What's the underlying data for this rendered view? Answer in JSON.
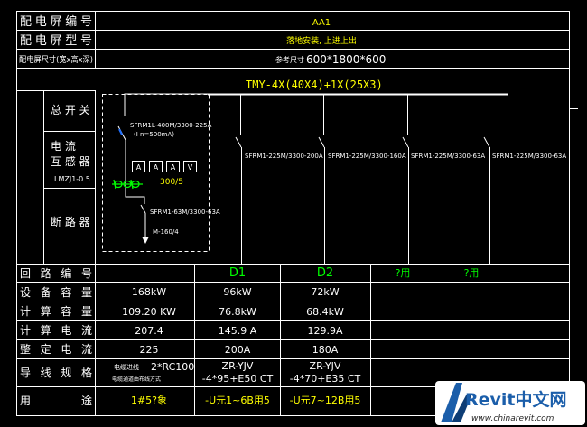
{
  "colors": {
    "background": "#000000",
    "line": "#ffffff",
    "yellow": "#ffff00",
    "green": "#00ff00",
    "cyan": "#00ffff",
    "magenta": "#ff00ff",
    "watermark_blue": "#1b5eaa"
  },
  "header": {
    "row1_label": "配 电 屏 编 号",
    "row1_value": "AA1",
    "row2_label": "配 电 屏 型 号",
    "row2_value": "落地安装, 上进上出",
    "row3_label": "配电屏尺寸(宽x高x深)",
    "row3_value_prefix": "参考尺寸",
    "row3_value": "600*1800*600"
  },
  "left_labels": {
    "main_switch": "总 开 关",
    "current_transformer_line1": "电    流",
    "current_transformer_line2": "互 感 器",
    "current_transformer_model": "LMZJ1-0.5",
    "breaker": "断 路 器"
  },
  "diagram": {
    "busbar": "TMY-4X(40X4)+1X(25X3)",
    "main_breaker_line1": "SFRM1L-400M/3300-225A",
    "main_breaker_line2": "(I n=500mA)",
    "meters": [
      "A",
      "A",
      "A",
      "V"
    ],
    "ct_ratio": "300/5",
    "sub_breaker": "SFRM1-63M/3300-63A",
    "sub_panel": "M-160/4",
    "feeders": [
      "SFRM1-225M/3300-200A",
      "SFRM1-225M/3300-160A",
      "SFRM1-225M/3300-63A",
      "SFRM1-225M/3300-63A"
    ]
  },
  "table": {
    "rows": [
      {
        "label": "回 路 编 号",
        "cells": [
          "",
          "D1",
          "D2",
          "?用",
          "?用"
        ]
      },
      {
        "label": "设 备 容 量",
        "cells": [
          "168kW",
          "96kW",
          "72kW",
          "",
          ""
        ]
      },
      {
        "label": "计 算 容 量",
        "cells": [
          "109.20 KW",
          "76.8kW",
          "68.4kW",
          "",
          ""
        ]
      },
      {
        "label": "计 算 电 流",
        "cells": [
          "207.4",
          "145.9 A",
          "129.9A",
          "",
          ""
        ]
      },
      {
        "label": "整 定 电 流",
        "cells": [
          "225",
          "200A",
          "180A",
          "",
          ""
        ]
      },
      {
        "label": "导 线 规 格",
        "cells": [
          "",
          "",
          "",
          "",
          ""
        ],
        "cell0_left": "电缆进线",
        "cell0_left_2": "电缆通道由布线方式",
        "cell0_right": "2*RC100",
        "cell1_line1": "ZR-YJV",
        "cell1_line2": "-4*95+E50 CT",
        "cell2_line1": "ZR-YJV",
        "cell2_line2": "-4*70+E35 CT"
      },
      {
        "label": "用       途",
        "cells": [
          "1#5?象",
          "-U元1~6B用5",
          "-U元7~12B用5",
          "",
          ""
        ]
      }
    ]
  },
  "watermark": {
    "brand": "Revit中文网",
    "url": "www.chinarevit.com"
  }
}
